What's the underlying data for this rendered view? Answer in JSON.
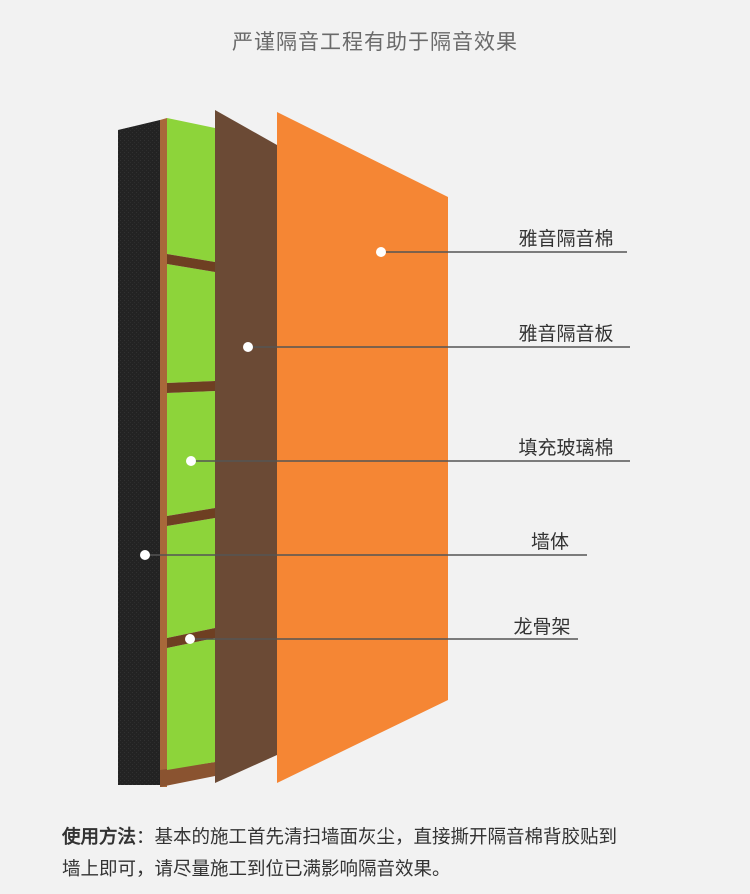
{
  "title": "严谨隔音工程有助于隔音效果",
  "layers": [
    {
      "label": "雅音隔音棉",
      "color": "#f58634"
    },
    {
      "label": "雅音隔音板",
      "color": "#6b4a35"
    },
    {
      "label": "填充玻璃棉",
      "color": "#8dd43a"
    },
    {
      "label": "墙体",
      "color": "#2c2c2c"
    },
    {
      "label": "龙骨架",
      "color": "#a8683a"
    }
  ],
  "usage": {
    "label": "使用方法",
    "colon": "：",
    "line1": "基本的施工首先清扫墙面灰尘，直接撕开隔音棉背胶贴到",
    "line2": "墙上即可，请尽量施工到位已满影响隔音效果。"
  }
}
